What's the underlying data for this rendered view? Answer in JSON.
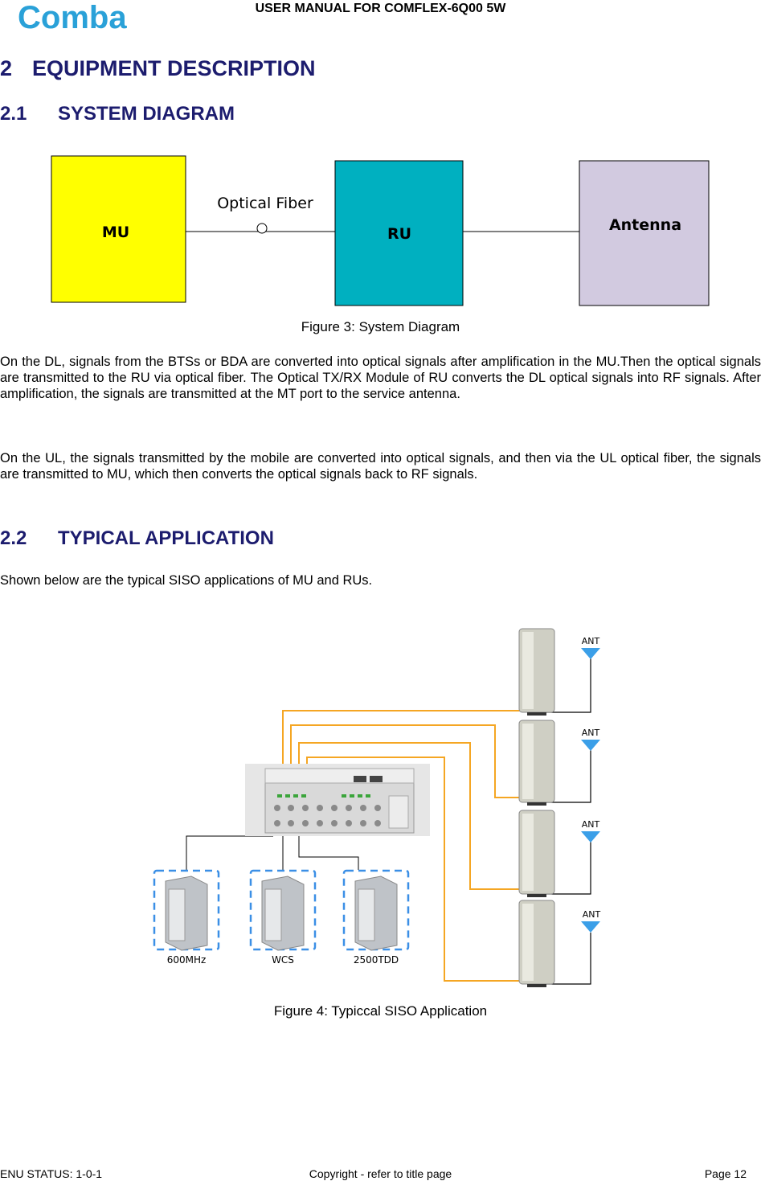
{
  "header": {
    "title": "USER MANUAL FOR COMFLEX-6Q00 5W",
    "logo_text": "Comba",
    "brand_color": "#2aa1d8"
  },
  "section": {
    "number": "2",
    "title": "EQUIPMENT DESCRIPTION"
  },
  "subsection_1": {
    "number": "2.1",
    "title": "SYSTEM DIAGRAM"
  },
  "diagram": {
    "mu_label": "MU",
    "ru_label": "RU",
    "antenna_label": "Antenna",
    "fiber_label": "Optical Fiber",
    "mu_color": "#ffff00",
    "ru_color": "#00b0c0",
    "antenna_color": "#d2cae0"
  },
  "figure_3_caption": "Figure 3: System Diagram",
  "paragraphs": [
    "On the DL, signals from the BTSs or BDA are converted into optical signals after amplification in the MU.Then the optical signals are transmitted to the RU via optical fiber. The Optical TX/RX Module of RU converts the DL optical signals into RF signals. After amplification, the signals are transmitted at the MT port to the service antenna.",
    "On the UL, the signals transmitted by the mobile are converted into optical signals, and then via the UL optical fiber, the signals are transmitted to MU, which then converts the optical signals back to RF signals."
  ],
  "subsection_2": {
    "number": "2.2",
    "title": "TYPICAL APPLICATION"
  },
  "intro": "Shown below are the typical SISO applications of MU and RUs.",
  "siso": {
    "ant_label": "ANT",
    "sources": [
      "600MHz",
      "WCS",
      "2500TDD"
    ],
    "fiber_color": "#f5a623",
    "source_border_color": "#3b8fe6",
    "antenna_color": "#3b9fe8"
  },
  "figure_4_caption": "Figure 4: Typiccal SISO Application",
  "footer": {
    "status": "ENU STATUS: 1-0-1",
    "copyright": "Copyright - refer to title page",
    "page": "Page 12"
  }
}
